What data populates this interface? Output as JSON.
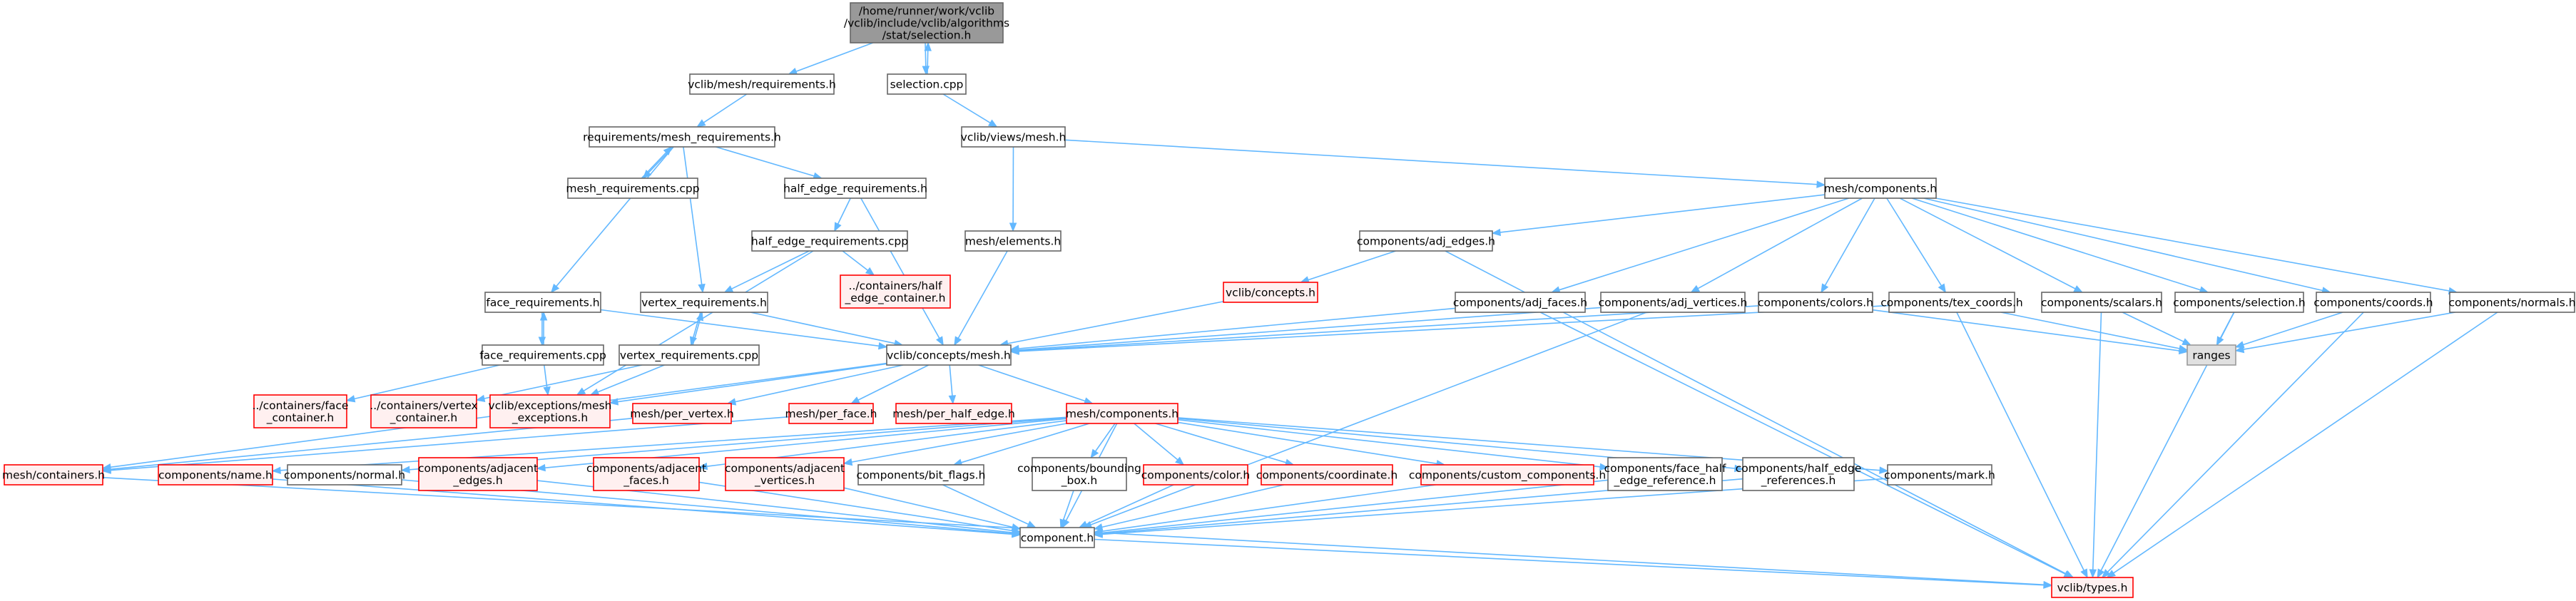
{
  "colors": {
    "normal_fill": "#ffffff",
    "normal_stroke": "#666666",
    "red_fill": "#fff0f0",
    "red_stroke": "#ff0000",
    "root_fill": "#999999",
    "root_stroke": "#666666",
    "ext_fill": "#e0e0e0",
    "ext_stroke": "#999999",
    "edge": "#63b8ff"
  },
  "nodes": [
    {
      "id": "root",
      "label": [
        "/home/runner/work/vclib",
        "/vclib/include/vclib/algorithms",
        "/stat/selection.h"
      ],
      "style": "root"
    },
    {
      "id": "mesh_req",
      "label": [
        "vclib/mesh/requirements.h"
      ],
      "style": "normal"
    },
    {
      "id": "selection_cpp",
      "label": [
        "selection.cpp"
      ],
      "style": "normal"
    },
    {
      "id": "req_mesh_req",
      "label": [
        "requirements/mesh_requirements.h"
      ],
      "style": "normal"
    },
    {
      "id": "views_mesh",
      "label": [
        "vclib/views/mesh.h"
      ],
      "style": "normal"
    },
    {
      "id": "mesh_req_cpp",
      "label": [
        "mesh_requirements.cpp"
      ],
      "style": "normal"
    },
    {
      "id": "he_req",
      "label": [
        "half_edge_requirements.h"
      ],
      "style": "normal"
    },
    {
      "id": "mesh_components_top",
      "label": [
        "mesh/components.h"
      ],
      "style": "normal"
    },
    {
      "id": "comp_adj_edges",
      "label": [
        "components/adj_edges.h"
      ],
      "style": "normal"
    },
    {
      "id": "he_req_cpp",
      "label": [
        "half_edge_requirements.cpp"
      ],
      "style": "normal"
    },
    {
      "id": "mesh_elements",
      "label": [
        "mesh/elements.h"
      ],
      "style": "normal"
    },
    {
      "id": "vclib_concepts",
      "label": [
        "vclib/concepts.h"
      ],
      "style": "red"
    },
    {
      "id": "cont_he",
      "label": [
        "../containers/half",
        "_edge_container.h"
      ],
      "style": "red"
    },
    {
      "id": "face_req",
      "label": [
        "face_requirements.h"
      ],
      "style": "normal"
    },
    {
      "id": "vert_req",
      "label": [
        "vertex_requirements.h"
      ],
      "style": "normal"
    },
    {
      "id": "comp_adj_faces",
      "label": [
        "components/adj_faces.h"
      ],
      "style": "normal"
    },
    {
      "id": "comp_adj_vertices",
      "label": [
        "components/adj_vertices.h"
      ],
      "style": "normal"
    },
    {
      "id": "comp_colors",
      "label": [
        "components/colors.h"
      ],
      "style": "normal"
    },
    {
      "id": "comp_tex_coords",
      "label": [
        "components/tex_coords.h"
      ],
      "style": "normal"
    },
    {
      "id": "comp_scalars",
      "label": [
        "components/scalars.h"
      ],
      "style": "normal"
    },
    {
      "id": "comp_selection",
      "label": [
        "components/selection.h"
      ],
      "style": "normal"
    },
    {
      "id": "comp_coords",
      "label": [
        "components/coords.h"
      ],
      "style": "normal"
    },
    {
      "id": "comp_normals",
      "label": [
        "components/normals.h"
      ],
      "style": "normal"
    },
    {
      "id": "face_req_cpp",
      "label": [
        "face_requirements.cpp"
      ],
      "style": "normal"
    },
    {
      "id": "vert_req_cpp",
      "label": [
        "vertex_requirements.cpp"
      ],
      "style": "normal"
    },
    {
      "id": "concepts_mesh",
      "label": [
        "vclib/concepts/mesh.h"
      ],
      "style": "normal"
    },
    {
      "id": "ranges",
      "label": [
        "ranges"
      ],
      "style": "ext"
    },
    {
      "id": "cont_face",
      "label": [
        "../containers/face",
        "_container.h"
      ],
      "style": "red"
    },
    {
      "id": "cont_vertex",
      "label": [
        "../containers/vertex",
        "_container.h"
      ],
      "style": "red"
    },
    {
      "id": "exc_mesh",
      "label": [
        "vclib/exceptions/mesh",
        "_exceptions.h"
      ],
      "style": "red"
    },
    {
      "id": "per_vertex",
      "label": [
        "mesh/per_vertex.h"
      ],
      "style": "red"
    },
    {
      "id": "per_face",
      "label": [
        "mesh/per_face.h"
      ],
      "style": "red"
    },
    {
      "id": "per_half_edge",
      "label": [
        "mesh/per_half_edge.h"
      ],
      "style": "red"
    },
    {
      "id": "mesh_components_red",
      "label": [
        "mesh/components.h"
      ],
      "style": "red"
    },
    {
      "id": "mesh_containers",
      "label": [
        "mesh/containers.h"
      ],
      "style": "red"
    },
    {
      "id": "comp_name",
      "label": [
        "components/name.h"
      ],
      "style": "red"
    },
    {
      "id": "comp_normal",
      "label": [
        "components/normal.h"
      ],
      "style": "normal"
    },
    {
      "id": "comp_adjacent_edges",
      "label": [
        "components/adjacent",
        "_edges.h"
      ],
      "style": "red"
    },
    {
      "id": "comp_adjacent_faces",
      "label": [
        "components/adjacent",
        "_faces.h"
      ],
      "style": "red"
    },
    {
      "id": "comp_adjacent_vertices",
      "label": [
        "components/adjacent",
        "_vertices.h"
      ],
      "style": "red"
    },
    {
      "id": "comp_bit_flags",
      "label": [
        "components/bit_flags.h"
      ],
      "style": "normal"
    },
    {
      "id": "comp_bounding_box",
      "label": [
        "components/bounding",
        "_box.h"
      ],
      "style": "normal"
    },
    {
      "id": "comp_color",
      "label": [
        "components/color.h"
      ],
      "style": "red"
    },
    {
      "id": "comp_coordinate",
      "label": [
        "components/coordinate.h"
      ],
      "style": "red"
    },
    {
      "id": "comp_custom",
      "label": [
        "components/custom_components.h"
      ],
      "style": "red"
    },
    {
      "id": "comp_face_he_ref",
      "label": [
        "components/face_half",
        "_edge_reference.h"
      ],
      "style": "normal"
    },
    {
      "id": "comp_he_refs",
      "label": [
        "components/half_edge",
        "_references.h"
      ],
      "style": "normal"
    },
    {
      "id": "comp_mark",
      "label": [
        "components/mark.h"
      ],
      "style": "normal"
    },
    {
      "id": "component_h",
      "label": [
        "component.h"
      ],
      "style": "normal"
    },
    {
      "id": "vclib_types",
      "label": [
        "vclib/types.h"
      ],
      "style": "red"
    }
  ],
  "edges": [
    [
      "root",
      "mesh_req"
    ],
    [
      "root",
      "selection_cpp"
    ],
    [
      "selection_cpp",
      "root"
    ],
    [
      "mesh_req",
      "req_mesh_req"
    ],
    [
      "selection_cpp",
      "views_mesh"
    ],
    [
      "req_mesh_req",
      "mesh_req_cpp"
    ],
    [
      "mesh_req_cpp",
      "req_mesh_req"
    ],
    [
      "req_mesh_req",
      "he_req"
    ],
    [
      "req_mesh_req",
      "face_req"
    ],
    [
      "req_mesh_req",
      "vert_req"
    ],
    [
      "views_mesh",
      "mesh_components_top"
    ],
    [
      "views_mesh",
      "mesh_elements"
    ],
    [
      "he_req",
      "he_req_cpp"
    ],
    [
      "he_req",
      "concepts_mesh"
    ],
    [
      "he_req_cpp",
      "vert_req"
    ],
    [
      "he_req_cpp",
      "cont_he"
    ],
    [
      "he_req_cpp",
      "exc_mesh"
    ],
    [
      "mesh_components_top",
      "comp_adj_edges"
    ],
    [
      "mesh_components_top",
      "comp_adj_faces"
    ],
    [
      "mesh_components_top",
      "comp_adj_vertices"
    ],
    [
      "mesh_components_top",
      "comp_colors"
    ],
    [
      "mesh_components_top",
      "comp_tex_coords"
    ],
    [
      "mesh_components_top",
      "comp_scalars"
    ],
    [
      "mesh_components_top",
      "comp_selection"
    ],
    [
      "mesh_components_top",
      "comp_coords"
    ],
    [
      "mesh_components_top",
      "comp_normals"
    ],
    [
      "comp_adj_edges",
      "vclib_concepts"
    ],
    [
      "comp_adj_edges",
      "vclib_types"
    ],
    [
      "mesh_elements",
      "concepts_mesh"
    ],
    [
      "vclib_concepts",
      "concepts_mesh"
    ],
    [
      "face_req",
      "face_req_cpp"
    ],
    [
      "face_req_cpp",
      "face_req"
    ],
    [
      "face_req",
      "concepts_mesh"
    ],
    [
      "vert_req",
      "vert_req_cpp"
    ],
    [
      "vert_req_cpp",
      "vert_req"
    ],
    [
      "vert_req",
      "concepts_mesh"
    ],
    [
      "face_req_cpp",
      "cont_face"
    ],
    [
      "face_req_cpp",
      "exc_mesh"
    ],
    [
      "vert_req_cpp",
      "cont_vertex"
    ],
    [
      "vert_req_cpp",
      "exc_mesh"
    ],
    [
      "comp_adj_faces",
      "concepts_mesh"
    ],
    [
      "comp_adj_faces",
      "vclib_types"
    ],
    [
      "comp_adj_vertices",
      "concepts_mesh"
    ],
    [
      "comp_adj_vertices",
      "component_h"
    ],
    [
      "comp_colors",
      "concepts_mesh"
    ],
    [
      "comp_colors",
      "ranges"
    ],
    [
      "comp_tex_coords",
      "concepts_mesh"
    ],
    [
      "comp_tex_coords",
      "ranges"
    ],
    [
      "comp_tex_coords",
      "vclib_types"
    ],
    [
      "comp_scalars",
      "ranges"
    ],
    [
      "comp_scalars",
      "vclib_types"
    ],
    [
      "comp_selection",
      "ranges"
    ],
    [
      "comp_selection",
      "vclib_types"
    ],
    [
      "comp_coords",
      "ranges"
    ],
    [
      "comp_coords",
      "vclib_types"
    ],
    [
      "comp_normals",
      "ranges"
    ],
    [
      "comp_normals",
      "vclib_types"
    ],
    [
      "concepts_mesh",
      "per_vertex"
    ],
    [
      "concepts_mesh",
      "per_face"
    ],
    [
      "concepts_mesh",
      "per_half_edge"
    ],
    [
      "concepts_mesh",
      "mesh_components_red"
    ],
    [
      "concepts_mesh",
      "mesh_containers"
    ],
    [
      "concepts_mesh",
      "exc_mesh"
    ],
    [
      "per_vertex",
      "mesh_containers"
    ],
    [
      "per_face",
      "mesh_containers"
    ],
    [
      "mesh_components_red",
      "comp_name"
    ],
    [
      "mesh_components_red",
      "comp_normal"
    ],
    [
      "mesh_components_red",
      "comp_adjacent_edges"
    ],
    [
      "mesh_components_red",
      "comp_adjacent_faces"
    ],
    [
      "mesh_components_red",
      "comp_adjacent_vertices"
    ],
    [
      "mesh_components_red",
      "comp_bit_flags"
    ],
    [
      "mesh_components_red",
      "comp_bounding_box"
    ],
    [
      "mesh_components_red",
      "comp_color"
    ],
    [
      "mesh_components_red",
      "comp_coordinate"
    ],
    [
      "mesh_components_red",
      "comp_custom"
    ],
    [
      "mesh_components_red",
      "comp_face_he_ref"
    ],
    [
      "mesh_components_red",
      "comp_he_refs"
    ],
    [
      "mesh_components_red",
      "comp_mark"
    ],
    [
      "mesh_components_red",
      "component_h"
    ],
    [
      "mesh_containers",
      "vclib_types"
    ],
    [
      "comp_name",
      "component_h"
    ],
    [
      "comp_normal",
      "component_h"
    ],
    [
      "comp_adjacent_edges",
      "component_h"
    ],
    [
      "comp_adjacent_faces",
      "component_h"
    ],
    [
      "comp_adjacent_vertices",
      "component_h"
    ],
    [
      "comp_bit_flags",
      "component_h"
    ],
    [
      "comp_bounding_box",
      "component_h"
    ],
    [
      "comp_color",
      "component_h"
    ],
    [
      "comp_coordinate",
      "component_h"
    ],
    [
      "comp_custom",
      "component_h"
    ],
    [
      "comp_face_he_ref",
      "component_h"
    ],
    [
      "comp_he_refs",
      "component_h"
    ],
    [
      "comp_mark",
      "component_h"
    ],
    [
      "component_h",
      "vclib_types"
    ]
  ]
}
